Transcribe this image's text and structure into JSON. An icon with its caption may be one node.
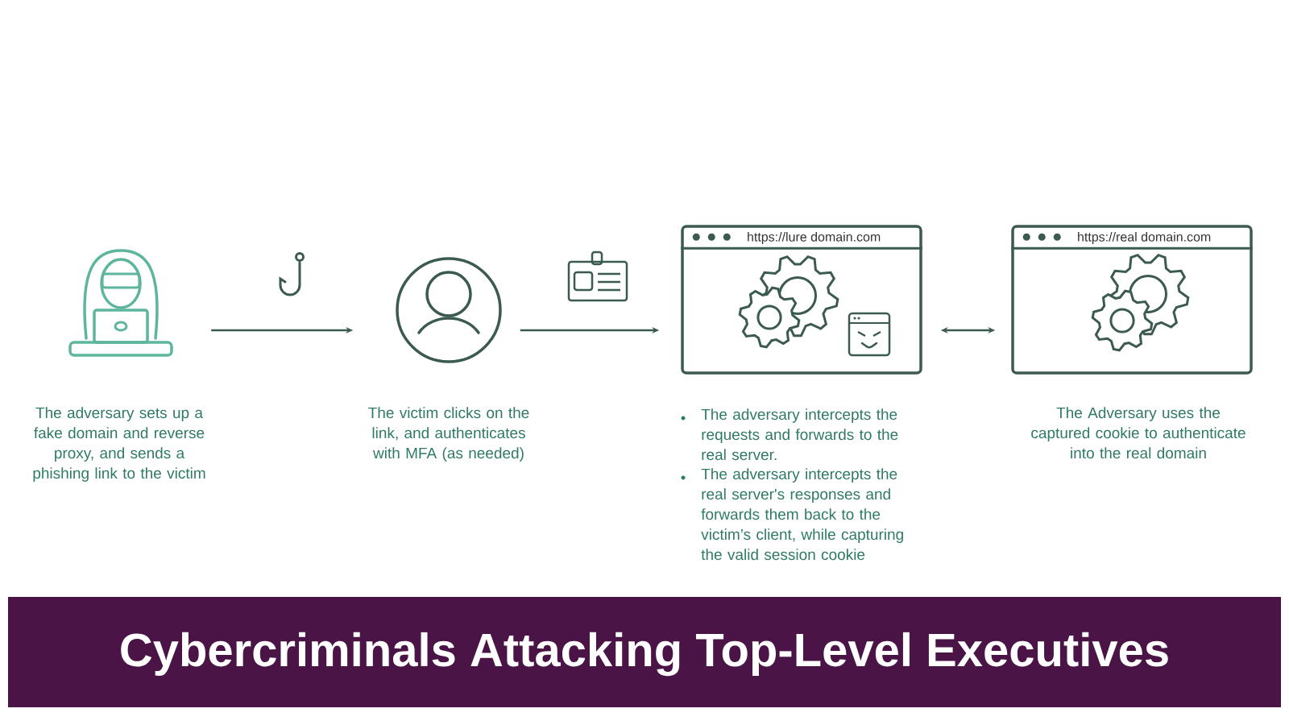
{
  "diagram": {
    "title": "Cybercriminals Attacking Top-Level Executives",
    "nodes": [
      {
        "text": [],
        "shape": "person",
        "beside": [
          "The adversary sets up a fake domain and reverse proxy, and sends a phishing link to the victim"
        ]
      },
      {
        "text": [],
        "shape": "person",
        "beside": [
          "The victim clicks on the link, and authenticates with MFA (as needed)"
        ]
      },
      {
        "text": [
          "https://lure domain.com"
        ],
        "beside": [
          "The adversary intercepts the requests and forwards to the real server.",
          "The adversary intercepts the real server's responses and forwards them back to the victim’s client, while capturing the valid session cookie"
        ]
      },
      {
        "text": [
          "https://real domain.com"
        ],
        "beside": [
          "The Adversary uses the captured cookie to authenticate into the real domain"
        ]
      }
    ],
    "edges": [
      {
        "from": 0,
        "to": 1,
        "arrow": "to"
      },
      {
        "from": 1,
        "to": 2,
        "arrow": "to"
      },
      {
        "from": 2,
        "to": 3,
        "arrow": "both"
      }
    ]
  }
}
